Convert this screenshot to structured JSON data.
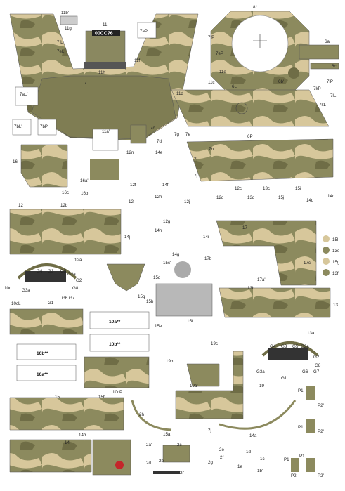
{
  "colors": {
    "olive": "#8c8a5e",
    "olive_dark": "#6f6d46",
    "sand": "#d7c79b",
    "grey_panel": "#b8b8b8",
    "black": "#222222",
    "decal_red": "#c4262b"
  },
  "plate_text": "00CC76",
  "labels": {
    "p8s": "8°",
    "p11bp": "11b'",
    "p11g": "11g",
    "p11": "11",
    "p7aPp": "7aP'",
    "p11f": "11f",
    "p7fL": "7fL",
    "p7eL": "7eL",
    "p7fP": "7fP",
    "p7eP": "7eP",
    "p6a": "6a",
    "p6c": "6c",
    "p6b": "6b'",
    "p7lP": "7lP",
    "p7kP": "7kP",
    "p7lL": "7lL",
    "p7kL": "7kL",
    "p11h": "11h",
    "p7": "7",
    "p11e": "11e",
    "p11c": "11c",
    "p6L": "6L",
    "p11d": "11d",
    "p7aLp": "7aL'",
    "p7bLp": "7bL'",
    "p7bPp": "7bP'",
    "p11a": "11a'",
    "p7c": "7c",
    "p7d": "7d",
    "p7g": "7g",
    "p7e": "7e",
    "p7h": "7h",
    "p6P": "6P",
    "p12n": "12n",
    "p14e": "14e",
    "p7i": "7i",
    "p7j": "7j",
    "p16": "16",
    "p16a": "16a'",
    "p16c": "16c",
    "p16b": "16b",
    "p12f": "12f",
    "p14f": "14f",
    "p12d": "12d",
    "p12c": "12c",
    "p13d": "13d",
    "p13c": "13c",
    "p15j": "15j",
    "p15i": "15i",
    "p14d": "14d",
    "p14c": "14c",
    "p12": "12",
    "p12b": "12b",
    "p12i": "12i",
    "p12h": "12h",
    "p12j": "12j",
    "p12g": "12g",
    "p14h": "14h",
    "p14j": "14j",
    "p14i": "14i",
    "p14g": "14g",
    "p17": "17",
    "p15l": "15l",
    "p13e": "13e",
    "p15g_r": "15g",
    "p13f": "13f",
    "p12a": "12a",
    "pG4": "G4",
    "pG3": "G3",
    "pG5": "G5",
    "pG2a": "G2a",
    "pG2": "G2",
    "pG8": "G8",
    "pG3a": "G3a",
    "pG6": "G6",
    "pG7": "G7",
    "pG1": "G1",
    "p15c": "15c'",
    "p17b": "17b",
    "p17c": "17c",
    "p17a": "17a'",
    "p15d": "15d",
    "p15g": "15g",
    "p15b": "15b",
    "p13b": "13b",
    "p13": "13",
    "p10d": "10d",
    "p10cL": "10cL",
    "p10a_top": "10a**",
    "p10b_mid": "10b**",
    "p15e": "15e",
    "p15f": "15f",
    "p13a": "13a",
    "p19c": "19c",
    "p10b_low": "10b**",
    "p10a_low": "10a**",
    "p19b": "19b",
    "p19a": "19a'",
    "p19": "19",
    "p10cP": "10cP",
    "p15": "15",
    "p15h": "15h",
    "p2h": "2h",
    "p15a": "15a",
    "p14a": "14a",
    "p14": "14",
    "p14b": "14b",
    "p2j": "2j",
    "p2e": "2e",
    "p2a": "2a'",
    "p2c": "2c",
    "p2d": "2d",
    "p2b": "2b",
    "p2f": "2f",
    "p2g": "2g",
    "p2i": "2i'",
    "p1d": "1d",
    "p1c": "1c",
    "p1e": "1e",
    "p1b": "1b'",
    "pP1a": "P1",
    "pP2a": "P2'",
    "pP1b": "P1",
    "pP2b": "P2'",
    "pP1c": "P1",
    "pP1d": "P1",
    "pP2c": "P2'",
    "pP2d": "P2'"
  }
}
